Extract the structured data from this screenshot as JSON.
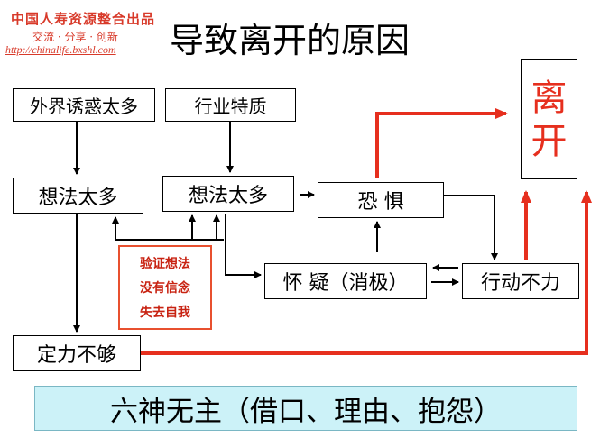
{
  "watermark": {
    "line1": "中国人寿资源整合出品",
    "line2": "交流 · 分享 · 创新",
    "line3": "http://chinalife.bxshl.com"
  },
  "title": "导致离开的原因",
  "nodes": {
    "lure": "外界诱惑太多",
    "trait": "行业特质",
    "think1": "想法太多",
    "think2": "想法太多",
    "fear": "恐 惧",
    "doubt": "怀 疑（消极）",
    "weak": "行动不力",
    "lack": "定力不够",
    "leave": [
      "离",
      "开"
    ]
  },
  "callout": [
    "验证想法",
    "没有信念",
    "失去自我"
  ],
  "footer": "六神无主（借口、理由、抱怨）",
  "colors": {
    "accent_red": "#e62f1e",
    "footer_bg": "#ccf2f8"
  }
}
